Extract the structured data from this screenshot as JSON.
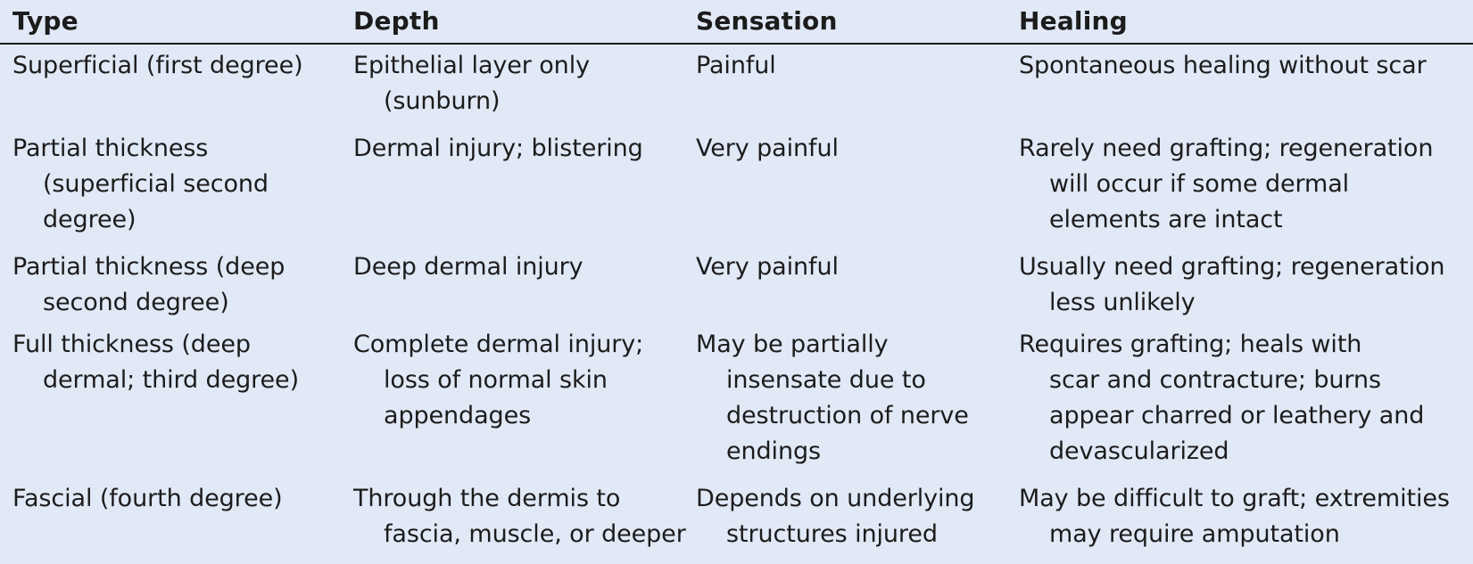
{
  "headers": {
    "type": "Type",
    "depth": "Depth",
    "sensation": "Sensation",
    "healing": "Healing"
  },
  "rows": [
    {
      "type": [
        "Superficial (first degree)"
      ],
      "depth": [
        "Epithelial layer only",
        "(sunburn)"
      ],
      "sensation": [
        "Painful"
      ],
      "healing": [
        "Spontaneous healing without scar"
      ]
    },
    {
      "type": [
        "Partial thickness",
        "(superficial second",
        "degree)"
      ],
      "depth": [
        "Dermal injury; blistering"
      ],
      "sensation": [
        "Very painful"
      ],
      "healing": [
        "Rarely need grafting; regeneration",
        "will occur if some dermal",
        "elements are intact"
      ]
    },
    {
      "type": [
        "Partial thickness (deep",
        "second degree)"
      ],
      "depth": [
        "Deep dermal injury"
      ],
      "sensation": [
        "Very painful"
      ],
      "healing": [
        "Usually need grafting; regeneration",
        "less unlikely"
      ]
    },
    {
      "type": [
        "Full thickness (deep",
        "dermal; third degree)"
      ],
      "depth": [
        "Complete dermal injury;",
        "loss of normal skin",
        "appendages"
      ],
      "sensation": [
        "May be partially",
        "insensate due to",
        "destruction of nerve",
        "endings"
      ],
      "healing": [
        "Requires grafting; heals with",
        "scar and contracture; burns",
        "appear charred or leathery and",
        "devascularized"
      ]
    },
    {
      "type": [
        "Fascial (fourth degree)"
      ],
      "depth": [
        "Through the dermis to",
        "fascia, muscle, or deeper"
      ],
      "sensation": [
        "Depends on underlying",
        "structures injured"
      ],
      "healing": [
        "May be difficult to graft; extremities",
        "may require amputation"
      ]
    }
  ]
}
